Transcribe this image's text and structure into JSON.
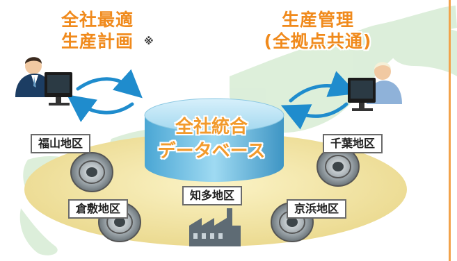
{
  "left_title": {
    "line1": "全社最適",
    "line2": "生産計画"
  },
  "left_note": "※",
  "right_title": {
    "line1": "生産管理",
    "line2": "(全拠点共通)"
  },
  "database": {
    "line1": "全社統合",
    "line2": "データベース"
  },
  "regions": {
    "fukuyama": "福山地区",
    "chiba": "千葉地区",
    "chita": "知多地区",
    "kurashiki": "倉敷地区",
    "keihin": "京浜地区"
  },
  "colors": {
    "accent": "#f08a1c",
    "database": "#7ec8e6",
    "ground": "#f3e7a8",
    "map": "#d6ecd4",
    "arrow": "#1f8ccd"
  }
}
